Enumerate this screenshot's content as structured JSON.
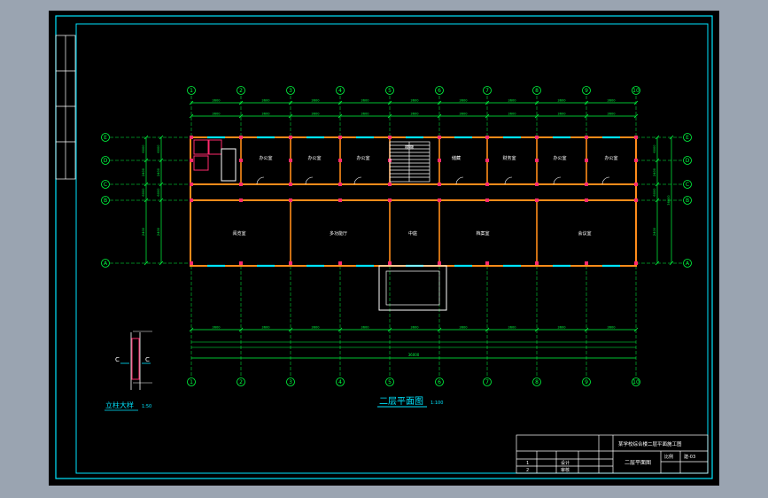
{
  "drawing": {
    "title": "二层平面图",
    "title_scale": "1:100",
    "detail_title": "立柱大样",
    "detail_scale": "1:50",
    "section_mark": "C"
  },
  "grid": {
    "columns": [
      "1",
      "2",
      "3",
      "4",
      "5",
      "6",
      "7",
      "8",
      "9",
      "10"
    ],
    "rows": [
      "E",
      "D",
      "C",
      "B",
      "A"
    ]
  },
  "rooms": [
    {
      "id": "office-1",
      "label": "办公室"
    },
    {
      "id": "office-2",
      "label": "办公室"
    },
    {
      "id": "office-3",
      "label": "办公室"
    },
    {
      "id": "stair",
      "label": "楼梯"
    },
    {
      "id": "storage",
      "label": "储藏"
    },
    {
      "id": "finance",
      "label": "财务室"
    },
    {
      "id": "office-4",
      "label": "办公室"
    },
    {
      "id": "office-5",
      "label": "办公室"
    },
    {
      "id": "reading",
      "label": "阅览室"
    },
    {
      "id": "meeting",
      "label": "多功能厅"
    },
    {
      "id": "lobby",
      "label": "中庭"
    },
    {
      "id": "archive",
      "label": "档案室"
    },
    {
      "id": "conference",
      "label": "会议室"
    }
  ],
  "dims": {
    "bay": "3600",
    "total": "36000",
    "depth": "6000",
    "corridor": "2400"
  },
  "title_block": {
    "project": "某学校综合楼二层平面施工图",
    "sheet_name": "二层平面图",
    "sheet_no": "建-03",
    "row1": "1",
    "row2": "2",
    "designer": "设计",
    "checker": "审核",
    "scale_label": "比例"
  },
  "colors": {
    "background": "#000000",
    "frame": "#00e5ff",
    "wall": "#ff8c1a",
    "grid_line": "#00ff40",
    "dimension": "#00ff40",
    "column": "#ff2a6d",
    "title_text": "#00e5ff",
    "room_text": "#ffffff"
  }
}
